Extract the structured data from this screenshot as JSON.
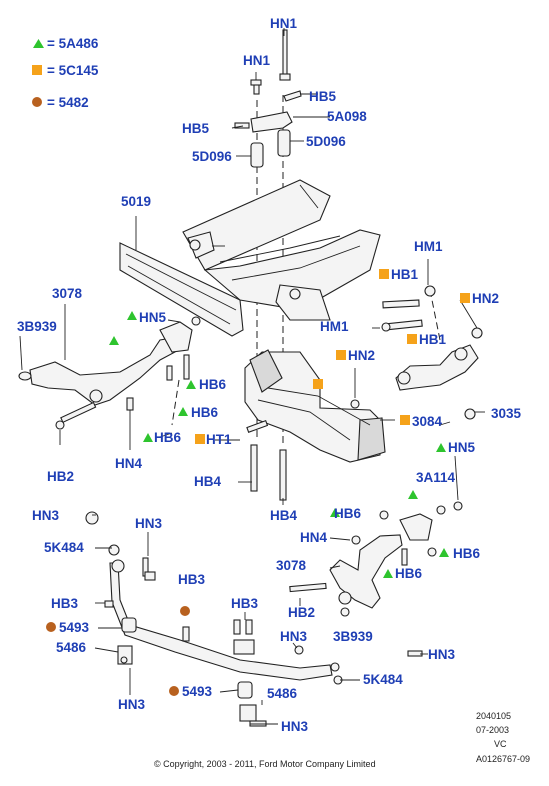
{
  "legend": [
    {
      "symbol": "triangle",
      "color": "#2ec42e",
      "text": "= 5A486"
    },
    {
      "symbol": "square",
      "color": "#f5a21a",
      "text": "= 5C145"
    },
    {
      "symbol": "circle",
      "color": "#b8611f",
      "text": "= 5482"
    }
  ],
  "labels": {
    "hn1_top": "HN1",
    "hn1_b": "HN1",
    "hb5_r": "HB5",
    "hb5_l": "HB5",
    "p5a098": "5A098",
    "p5d096_l": "5D096",
    "p5d096_r": "5D096",
    "p5019": "5019",
    "p3078_l": "3078",
    "p3b939_l": "3B939",
    "hn5_l": "HN5",
    "hb6_a": "HB6",
    "hb6_b": "HB6",
    "hb6_c": "HB6",
    "hn4_l": "HN4",
    "hb2_l": "HB2",
    "hm1_top": "HM1",
    "hb1_top": "HB1",
    "hn2_r": "HN2",
    "hm1_mid": "HM1",
    "hb1_mid": "HB1",
    "hn2_mid": "HN2",
    "p3084": "3084",
    "p3035": "3035",
    "ht1": "HT1",
    "hb4_l": "HB4",
    "hb4_r": "HB4",
    "hn5_r": "HN5",
    "p3a114": "3A114",
    "hb6_r1": "HB6",
    "hn4_r": "HN4",
    "hb6_r2": "HB6",
    "hb6_r3": "HB6",
    "p3078_r": "3078",
    "hb2_r": "HB2",
    "p3b939_r": "3B939",
    "hn3_a": "HN3",
    "p5k484_l": "5K484",
    "hn3_b": "HN3",
    "hb3_a": "HB3",
    "hb3_b": "HB3",
    "p5493_l": "5493",
    "hb3_c": "HB3",
    "p5486_l": "5486",
    "hn3_c": "HN3",
    "hn3_d": "HN3",
    "hn3_e": "HN3",
    "p5k484_r": "5K484",
    "p5493_r": "5493",
    "p5486_r": "5486",
    "hn3_f": "HN3"
  },
  "footer": {
    "copyright": "© Copyright, 2003 - 2011, Ford Motor Company Limited",
    "code": "2040105",
    "date": "07-2003",
    "vc": "VC",
    "ref": "A0126767-09"
  }
}
